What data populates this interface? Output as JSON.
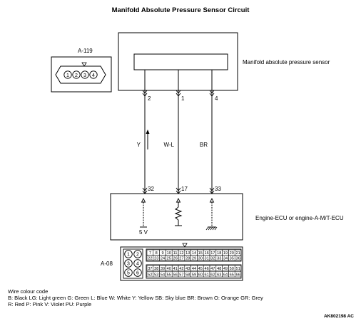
{
  "title": "Manifold Absolute Pressure Sensor Circuit",
  "sensor": {
    "connector_label": "A-119",
    "connector_pins": [
      "1",
      "2",
      "3",
      "4"
    ],
    "label": "Manifold absolute pressure sensor"
  },
  "wires": [
    {
      "sensor_pin": "2",
      "color_code": "Y",
      "ecu_pin": "32"
    },
    {
      "sensor_pin": "1",
      "color_code": "W-L",
      "ecu_pin": "17"
    },
    {
      "sensor_pin": "4",
      "color_code": "BR",
      "ecu_pin": "33"
    }
  ],
  "ecu": {
    "label": "Engine-ECU or engine-A-M/T-ECU",
    "supply_label": "5 V",
    "connector_label": "A-08",
    "side_pins": [
      "1",
      "2",
      "3",
      "4",
      "5",
      "6"
    ],
    "pin_rows": [
      [
        "7",
        "8",
        "9",
        "10",
        "11",
        "12",
        "13",
        "14",
        "15",
        "16",
        "17",
        "18",
        "19",
        "20",
        "21"
      ],
      [
        "22",
        "23",
        "24",
        "25",
        "26",
        "27",
        "28",
        "29",
        "30",
        "31",
        "32",
        "33",
        "34",
        "35",
        "36"
      ],
      [
        "37",
        "38",
        "39",
        "40",
        "41",
        "42",
        "43",
        "44",
        "45",
        "46",
        "47",
        "48",
        "49",
        "50",
        "51"
      ],
      [
        "52",
        "53",
        "54",
        "55",
        "56",
        "57",
        "58",
        "59",
        "60",
        "61",
        "62",
        "63",
        "64",
        "65",
        "66"
      ]
    ]
  },
  "legend": {
    "heading": "Wire colour code",
    "line1": "B: Black  LG: Light green  G: Green  L: Blue  W: White  Y: Yellow  SB: Sky blue  BR: Brown  O: Orange  GR: Grey",
    "line2": "R: Red  P: Pink  V: Violet  PU: Purple"
  },
  "figure_code": "AK802198 AC"
}
